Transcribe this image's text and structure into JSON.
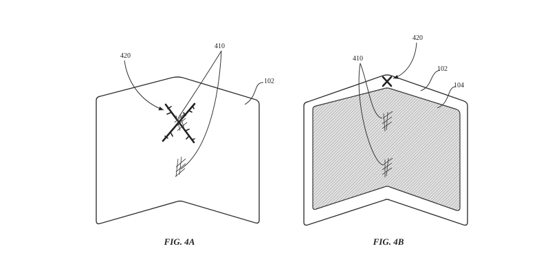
{
  "figures": [
    {
      "caption": "FIG. 4A",
      "labels": {
        "crease_damage": "420",
        "scratches": "410",
        "device": "102"
      }
    },
    {
      "caption": "FIG. 4B",
      "labels": {
        "crease_damage": "420",
        "scratches": "410",
        "device": "102",
        "display": "104"
      }
    }
  ],
  "colors": {
    "line": "#333333",
    "hatch": "#9a9a9a",
    "background": "#ffffff"
  }
}
